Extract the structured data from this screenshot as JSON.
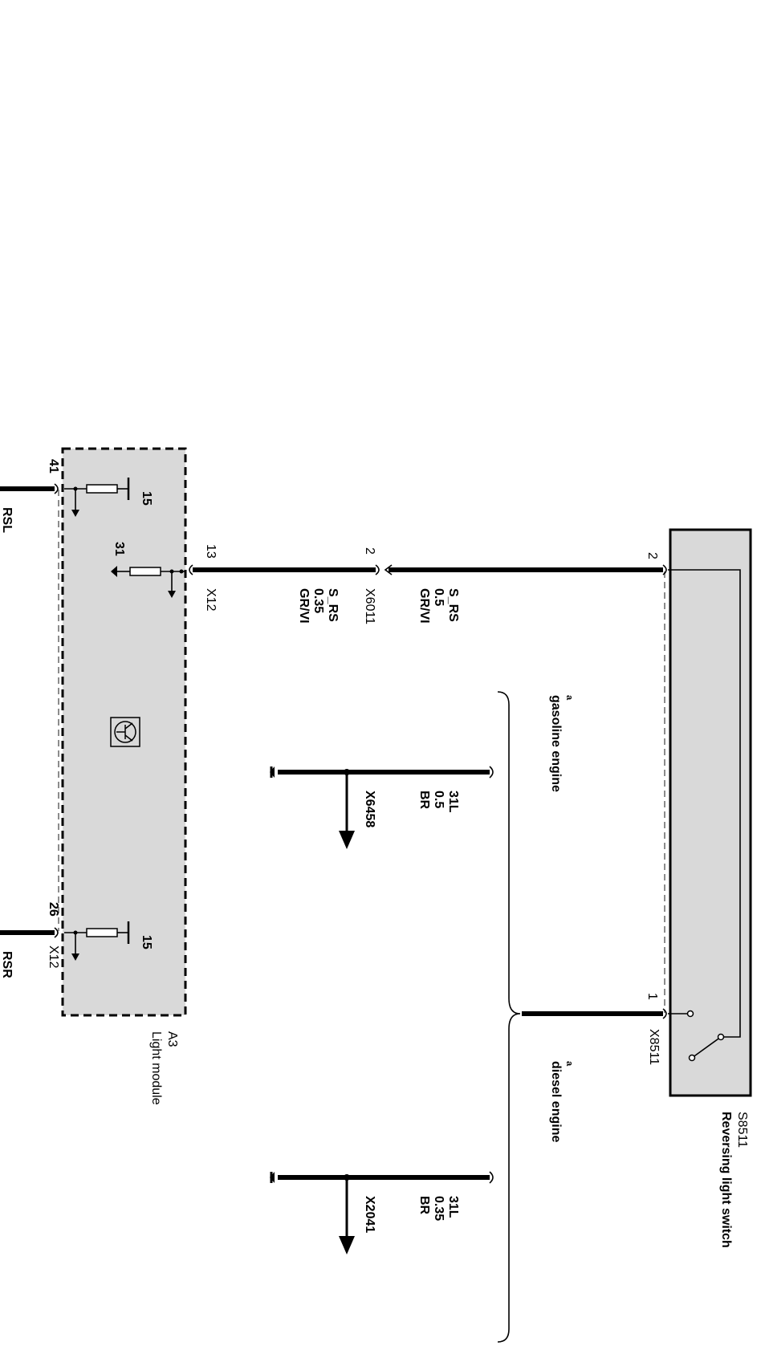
{
  "components": {
    "switch": {
      "id": "S8511",
      "name": "Reversing light switch"
    },
    "module": {
      "id": "A3",
      "name": "Light module"
    }
  },
  "pins": {
    "switch_pin2": "2",
    "switch_pin1": "1",
    "connector_x6011_pin": "2",
    "module_pin13": "13",
    "module_pin41": "41",
    "module_pin26": "26"
  },
  "connectors": {
    "switch": "X8511",
    "inline": "X6011",
    "module_13": "X12",
    "module_26": "X12"
  },
  "wires": {
    "upper": {
      "signal": "S_RS",
      "size": "0.5",
      "color": "GR/VI"
    },
    "lower": {
      "signal": "S_RS",
      "size": "0.35",
      "color": "GR/VI"
    },
    "ground_gasoline": {
      "signal": "31L",
      "size": "0.5",
      "color": "BR",
      "connector": "X6458"
    },
    "ground_diesel": {
      "signal": "31L",
      "size": "0.35",
      "color": "BR",
      "connector": "X2041"
    }
  },
  "variants": {
    "gasoline": "gasoline engine",
    "diesel": "diesel engine",
    "mark": "a"
  },
  "module_internal": {
    "supply_41": "15",
    "ground_13": "31",
    "supply_26": "15"
  },
  "outputs": {
    "left": "RSL",
    "right": "RSR"
  }
}
